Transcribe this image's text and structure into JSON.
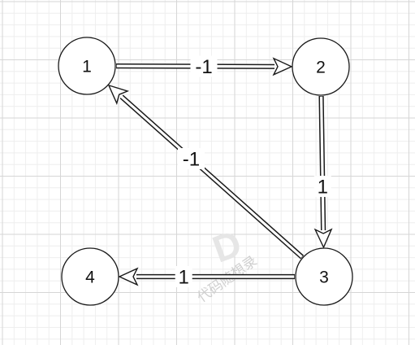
{
  "nodes": [
    {
      "id": "1",
      "label": "1"
    },
    {
      "id": "2",
      "label": "2"
    },
    {
      "id": "3",
      "label": "3"
    },
    {
      "id": "4",
      "label": "4"
    }
  ],
  "edges": [
    {
      "from": "1",
      "to": "2",
      "weight": "-1"
    },
    {
      "from": "2",
      "to": "3",
      "weight": "1"
    },
    {
      "from": "3",
      "to": "1",
      "weight": "-1"
    },
    {
      "from": "3",
      "to": "4",
      "weight": "1"
    }
  ],
  "watermark": {
    "logo_letter": "D",
    "text": "代码随想录"
  },
  "colors": {
    "stroke": "#1a1a1a",
    "grid_major": "#d6d6d6",
    "grid_minor": "#eeeeee",
    "background": "#ffffff"
  }
}
